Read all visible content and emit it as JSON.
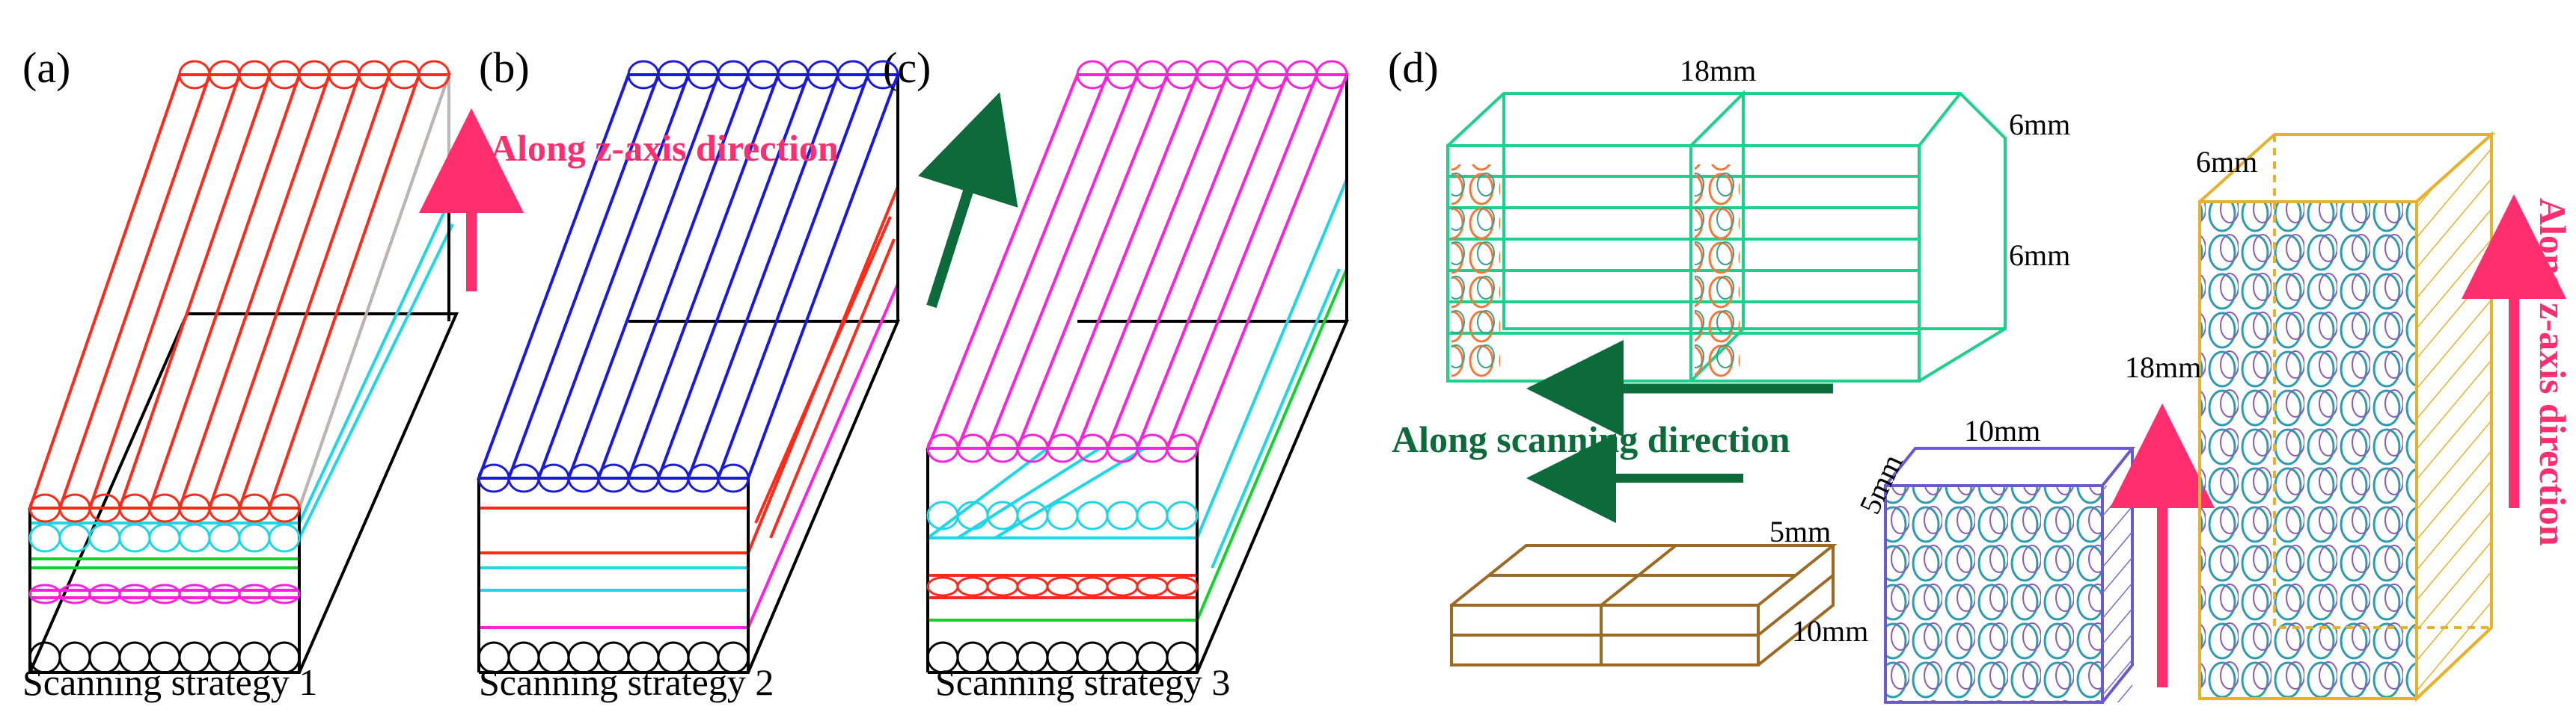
{
  "panels": {
    "a": {
      "label": "(a)",
      "caption": "Scanning strategy 1"
    },
    "b": {
      "label": "(b)",
      "caption": "Scanning strategy 2"
    },
    "c": {
      "label": "(c)",
      "caption": "Scanning strategy 3"
    },
    "d": {
      "label": "(d)"
    }
  },
  "annotations": {
    "z_axis_horizontal": "Along z-axis direction",
    "z_axis_vertical": "Along z-axis direction",
    "scanning_direction": "Along scanning direction"
  },
  "dimensions": {
    "top_box_length": "18mm",
    "top_box_depth": "6mm",
    "top_box_height": "6mm",
    "flat_box_height": "5mm",
    "flat_box_length": "10mm",
    "cube_top": "10mm",
    "cube_side": "5mm",
    "tall_box_depth": "6mm",
    "tall_box_height": "18mm"
  },
  "colors": {
    "red": "#ff2a1a",
    "blue": "#1a1adf",
    "magenta": "#ff22dd",
    "cyan": "#1fd6e6",
    "green": "#12d22c",
    "black": "#000000",
    "gray": "#b7b7b7",
    "teal_green": "#1fcf8c",
    "brown": "#9c6a22",
    "violet": "#6a5acd",
    "gold": "#e7b12c",
    "pink_arrow": "#ff2e6e",
    "dark_green_arrow": "#0d6a3b"
  }
}
